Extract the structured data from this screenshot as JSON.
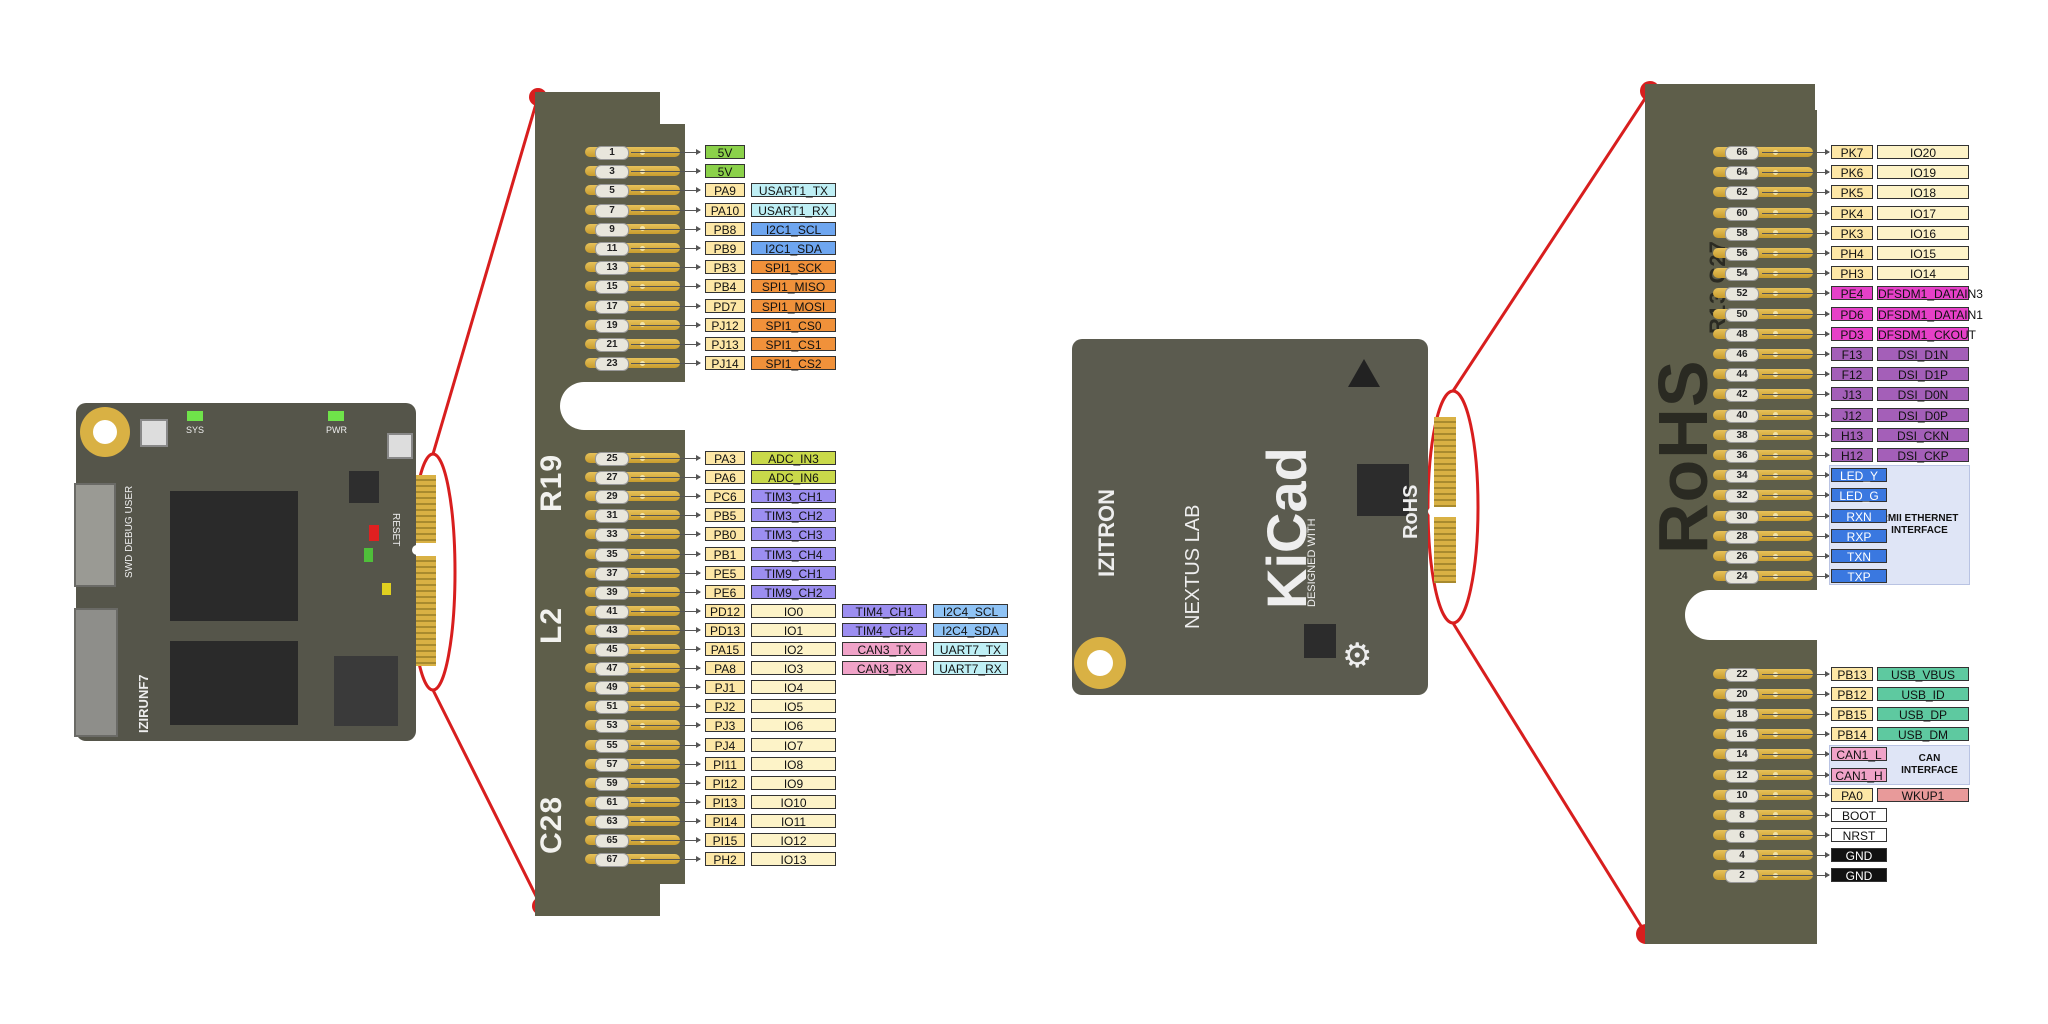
{
  "board_left": {
    "name": "IZIRUNF7",
    "silk_labels": {
      "swd": "SWD DEBUG USER",
      "reset": "RESET",
      "pwr": "PWR",
      "sys": "SYS"
    }
  },
  "board_right": {
    "silk_labels": {
      "izitron": "IZITRON",
      "nexus": "NEXTUS LAB",
      "kicad": "KiCad",
      "rohs": "RoHS",
      "designed": "DESIGNED WITH"
    }
  },
  "connector_left": {
    "silk": [
      "R19",
      "L2",
      "C28"
    ],
    "pins": [
      {
        "num": "1",
        "labels": [
          {
            "t": "5V",
            "c": "#8bd14a"
          }
        ]
      },
      {
        "num": "3",
        "labels": [
          {
            "t": "5V",
            "c": "#8bd14a"
          }
        ]
      },
      {
        "num": "5",
        "labels": [
          {
            "t": "PA9",
            "c": "#fde7a6"
          },
          {
            "t": "USART1_TX",
            "c": "#bfeff5"
          }
        ]
      },
      {
        "num": "7",
        "labels": [
          {
            "t": "PA10",
            "c": "#fde7a6"
          },
          {
            "t": "USART1_RX",
            "c": "#bfeff5"
          }
        ]
      },
      {
        "num": "9",
        "labels": [
          {
            "t": "PB8",
            "c": "#fde7a6"
          },
          {
            "t": "I2C1_SCL",
            "c": "#6ea6f0"
          }
        ]
      },
      {
        "num": "11",
        "labels": [
          {
            "t": "PB9",
            "c": "#fde7a6"
          },
          {
            "t": "I2C1_SDA",
            "c": "#6ea6f0"
          }
        ]
      },
      {
        "num": "13",
        "labels": [
          {
            "t": "PB3",
            "c": "#fde7a6"
          },
          {
            "t": "SPI1_SCK",
            "c": "#f0913a"
          }
        ]
      },
      {
        "num": "15",
        "labels": [
          {
            "t": "PB4",
            "c": "#fde7a6"
          },
          {
            "t": "SPI1_MISO",
            "c": "#f0913a"
          }
        ]
      },
      {
        "num": "17",
        "labels": [
          {
            "t": "PD7",
            "c": "#fde7a6"
          },
          {
            "t": "SPI1_MOSI",
            "c": "#f0913a"
          }
        ]
      },
      {
        "num": "19",
        "labels": [
          {
            "t": "PJ12",
            "c": "#fde7a6"
          },
          {
            "t": "SPI1_CS0",
            "c": "#f0913a"
          }
        ]
      },
      {
        "num": "21",
        "labels": [
          {
            "t": "PJ13",
            "c": "#fde7a6"
          },
          {
            "t": "SPI1_CS1",
            "c": "#f0913a"
          }
        ]
      },
      {
        "num": "23",
        "labels": [
          {
            "t": "PJ14",
            "c": "#fde7a6"
          },
          {
            "t": "SPI1_CS2",
            "c": "#f0913a"
          }
        ]
      },
      {
        "num": "25",
        "labels": [
          {
            "t": "PA3",
            "c": "#fde7a6"
          },
          {
            "t": "ADC_IN3",
            "c": "#c9d94a"
          }
        ]
      },
      {
        "num": "27",
        "labels": [
          {
            "t": "PA6",
            "c": "#fde7a6"
          },
          {
            "t": "ADC_IN6",
            "c": "#c9d94a"
          }
        ]
      },
      {
        "num": "29",
        "labels": [
          {
            "t": "PC6",
            "c": "#fde7a6"
          },
          {
            "t": "TIM3_CH1",
            "c": "#9c8ef0"
          }
        ]
      },
      {
        "num": "31",
        "labels": [
          {
            "t": "PB5",
            "c": "#fde7a6"
          },
          {
            "t": "TIM3_CH2",
            "c": "#9c8ef0"
          }
        ]
      },
      {
        "num": "33",
        "labels": [
          {
            "t": "PB0",
            "c": "#fde7a6"
          },
          {
            "t": "TIM3_CH3",
            "c": "#9c8ef0"
          }
        ]
      },
      {
        "num": "35",
        "labels": [
          {
            "t": "PB1",
            "c": "#fde7a6"
          },
          {
            "t": "TIM3_CH4",
            "c": "#9c8ef0"
          }
        ]
      },
      {
        "num": "37",
        "labels": [
          {
            "t": "PE5",
            "c": "#fde7a6"
          },
          {
            "t": "TIM9_CH1",
            "c": "#9c8ef0"
          }
        ]
      },
      {
        "num": "39",
        "labels": [
          {
            "t": "PE6",
            "c": "#fde7a6"
          },
          {
            "t": "TIM9_CH2",
            "c": "#9c8ef0"
          }
        ]
      },
      {
        "num": "41",
        "labels": [
          {
            "t": "PD12",
            "c": "#fde7a6"
          },
          {
            "t": "IO0",
            "c": "#fdf3c8"
          },
          {
            "t": "TIM4_CH1",
            "c": "#9c8ef0"
          },
          {
            "t": "I2C4_SCL",
            "c": "#8fc3f5"
          }
        ]
      },
      {
        "num": "43",
        "labels": [
          {
            "t": "PD13",
            "c": "#fde7a6"
          },
          {
            "t": "IO1",
            "c": "#fdf3c8"
          },
          {
            "t": "TIM4_CH2",
            "c": "#9c8ef0"
          },
          {
            "t": "I2C4_SDA",
            "c": "#8fc3f5"
          }
        ]
      },
      {
        "num": "45",
        "labels": [
          {
            "t": "PA15",
            "c": "#fde7a6"
          },
          {
            "t": "IO2",
            "c": "#fdf3c8"
          },
          {
            "t": "CAN3_TX",
            "c": "#f0a3c8"
          },
          {
            "t": "UART7_TX",
            "c": "#bfeff5"
          }
        ]
      },
      {
        "num": "47",
        "labels": [
          {
            "t": "PA8",
            "c": "#fde7a6"
          },
          {
            "t": "IO3",
            "c": "#fdf3c8"
          },
          {
            "t": "CAN3_RX",
            "c": "#f0a3c8"
          },
          {
            "t": "UART7_RX",
            "c": "#bfeff5"
          }
        ]
      },
      {
        "num": "49",
        "labels": [
          {
            "t": "PJ1",
            "c": "#fde7a6"
          },
          {
            "t": "IO4",
            "c": "#fdf3c8"
          }
        ]
      },
      {
        "num": "51",
        "labels": [
          {
            "t": "PJ2",
            "c": "#fde7a6"
          },
          {
            "t": "IO5",
            "c": "#fdf3c8"
          }
        ]
      },
      {
        "num": "53",
        "labels": [
          {
            "t": "PJ3",
            "c": "#fde7a6"
          },
          {
            "t": "IO6",
            "c": "#fdf3c8"
          }
        ]
      },
      {
        "num": "55",
        "labels": [
          {
            "t": "PJ4",
            "c": "#fde7a6"
          },
          {
            "t": "IO7",
            "c": "#fdf3c8"
          }
        ]
      },
      {
        "num": "57",
        "labels": [
          {
            "t": "PI11",
            "c": "#fde7a6"
          },
          {
            "t": "IO8",
            "c": "#fdf3c8"
          }
        ]
      },
      {
        "num": "59",
        "labels": [
          {
            "t": "PI12",
            "c": "#fde7a6"
          },
          {
            "t": "IO9",
            "c": "#fdf3c8"
          }
        ]
      },
      {
        "num": "61",
        "labels": [
          {
            "t": "PI13",
            "c": "#fde7a6"
          },
          {
            "t": "IO10",
            "c": "#fdf3c8"
          }
        ]
      },
      {
        "num": "63",
        "labels": [
          {
            "t": "PI14",
            "c": "#fde7a6"
          },
          {
            "t": "IO11",
            "c": "#fdf3c8"
          }
        ]
      },
      {
        "num": "65",
        "labels": [
          {
            "t": "PI15",
            "c": "#fde7a6"
          },
          {
            "t": "IO12",
            "c": "#fdf3c8"
          }
        ]
      },
      {
        "num": "67",
        "labels": [
          {
            "t": "PH2",
            "c": "#fde7a6"
          },
          {
            "t": "IO13",
            "c": "#fdf3c8"
          }
        ]
      }
    ]
  },
  "connector_right": {
    "silk": [
      "RoHS",
      "R13 C27"
    ],
    "pins": [
      {
        "num": "66",
        "labels": [
          {
            "t": "PK7",
            "c": "#fde7a6"
          },
          {
            "t": "IO20",
            "c": "#fdf3c8"
          }
        ]
      },
      {
        "num": "64",
        "labels": [
          {
            "t": "PK6",
            "c": "#fde7a6"
          },
          {
            "t": "IO19",
            "c": "#fdf3c8"
          }
        ]
      },
      {
        "num": "62",
        "labels": [
          {
            "t": "PK5",
            "c": "#fde7a6"
          },
          {
            "t": "IO18",
            "c": "#fdf3c8"
          }
        ]
      },
      {
        "num": "60",
        "labels": [
          {
            "t": "PK4",
            "c": "#fde7a6"
          },
          {
            "t": "IO17",
            "c": "#fdf3c8"
          }
        ]
      },
      {
        "num": "58",
        "labels": [
          {
            "t": "PK3",
            "c": "#fde7a6"
          },
          {
            "t": "IO16",
            "c": "#fdf3c8"
          }
        ]
      },
      {
        "num": "56",
        "labels": [
          {
            "t": "PH4",
            "c": "#fde7a6"
          },
          {
            "t": "IO15",
            "c": "#fdf3c8"
          }
        ]
      },
      {
        "num": "54",
        "labels": [
          {
            "t": "PH3",
            "c": "#fde7a6"
          },
          {
            "t": "IO14",
            "c": "#fdf3c8"
          }
        ]
      },
      {
        "num": "52",
        "labels": [
          {
            "t": "PE4",
            "c": "#e640c8"
          },
          {
            "t": "DFSDM1_DATAIN3",
            "c": "#e640c8"
          }
        ]
      },
      {
        "num": "50",
        "labels": [
          {
            "t": "PD6",
            "c": "#e640c8"
          },
          {
            "t": "DFSDM1_DATAIN1",
            "c": "#e640c8"
          }
        ]
      },
      {
        "num": "48",
        "labels": [
          {
            "t": "PD3",
            "c": "#e640c8"
          },
          {
            "t": "DFSDM1_CKOUT",
            "c": "#e640c8"
          }
        ]
      },
      {
        "num": "46",
        "labels": [
          {
            "t": "F13",
            "c": "#a45fb8"
          },
          {
            "t": "DSI_D1N",
            "c": "#a45fb8"
          }
        ]
      },
      {
        "num": "44",
        "labels": [
          {
            "t": "F12",
            "c": "#a45fb8"
          },
          {
            "t": "DSI_D1P",
            "c": "#a45fb8"
          }
        ]
      },
      {
        "num": "42",
        "labels": [
          {
            "t": "J13",
            "c": "#a45fb8"
          },
          {
            "t": "DSI_D0N",
            "c": "#a45fb8"
          }
        ]
      },
      {
        "num": "40",
        "labels": [
          {
            "t": "J12",
            "c": "#a45fb8"
          },
          {
            "t": "DSI_D0P",
            "c": "#a45fb8"
          }
        ]
      },
      {
        "num": "38",
        "labels": [
          {
            "t": "H13",
            "c": "#a45fb8"
          },
          {
            "t": "DSI_CKN",
            "c": "#a45fb8"
          }
        ]
      },
      {
        "num": "36",
        "labels": [
          {
            "t": "H12",
            "c": "#a45fb8"
          },
          {
            "t": "DSI_CKP",
            "c": "#a45fb8"
          }
        ]
      },
      {
        "num": "34",
        "labels": [
          {
            "t": "LED_Y",
            "c": "#3a78e0"
          }
        ]
      },
      {
        "num": "32",
        "labels": [
          {
            "t": "LED_G",
            "c": "#3a78e0"
          }
        ]
      },
      {
        "num": "30",
        "labels": [
          {
            "t": "RXN",
            "c": "#3a78e0"
          }
        ]
      },
      {
        "num": "28",
        "labels": [
          {
            "t": "RXP",
            "c": "#3a78e0"
          }
        ]
      },
      {
        "num": "26",
        "labels": [
          {
            "t": "TXN",
            "c": "#3a78e0"
          }
        ]
      },
      {
        "num": "24",
        "labels": [
          {
            "t": "TXP",
            "c": "#3a78e0"
          }
        ]
      },
      {
        "num": "22",
        "labels": [
          {
            "t": "PB13",
            "c": "#fde7a6"
          },
          {
            "t": "USB_VBUS",
            "c": "#5ec9a0"
          }
        ]
      },
      {
        "num": "20",
        "labels": [
          {
            "t": "PB12",
            "c": "#fde7a6"
          },
          {
            "t": "USB_ID",
            "c": "#5ec9a0"
          }
        ]
      },
      {
        "num": "18",
        "labels": [
          {
            "t": "PB15",
            "c": "#fde7a6"
          },
          {
            "t": "USB_DP",
            "c": "#5ec9a0"
          }
        ]
      },
      {
        "num": "16",
        "labels": [
          {
            "t": "PB14",
            "c": "#fde7a6"
          },
          {
            "t": "USB_DM",
            "c": "#5ec9a0"
          }
        ]
      },
      {
        "num": "14",
        "labels": [
          {
            "t": "CAN1_L",
            "c": "#f0a3c8"
          }
        ]
      },
      {
        "num": "12",
        "labels": [
          {
            "t": "CAN1_H",
            "c": "#f0a3c8"
          }
        ]
      },
      {
        "num": "10",
        "labels": [
          {
            "t": "PA0",
            "c": "#fde7a6"
          },
          {
            "t": "WKUP1",
            "c": "#e89a9a"
          }
        ]
      },
      {
        "num": "8",
        "labels": [
          {
            "t": "BOOT",
            "c": "#ffffff"
          }
        ]
      },
      {
        "num": "6",
        "labels": [
          {
            "t": "NRST",
            "c": "#ffffff"
          }
        ]
      },
      {
        "num": "4",
        "labels": [
          {
            "t": "GND",
            "c": "#111111"
          }
        ]
      },
      {
        "num": "2",
        "labels": [
          {
            "t": "GND",
            "c": "#111111"
          }
        ]
      }
    ],
    "groups": [
      {
        "text": "RMII ETHERNET INTERFACE"
      },
      {
        "text": "CAN INTERFACE"
      }
    ]
  },
  "colors": {
    "pcb": "#5e5e4a",
    "callout": "#d81e1e",
    "gold": "#d9b144"
  }
}
